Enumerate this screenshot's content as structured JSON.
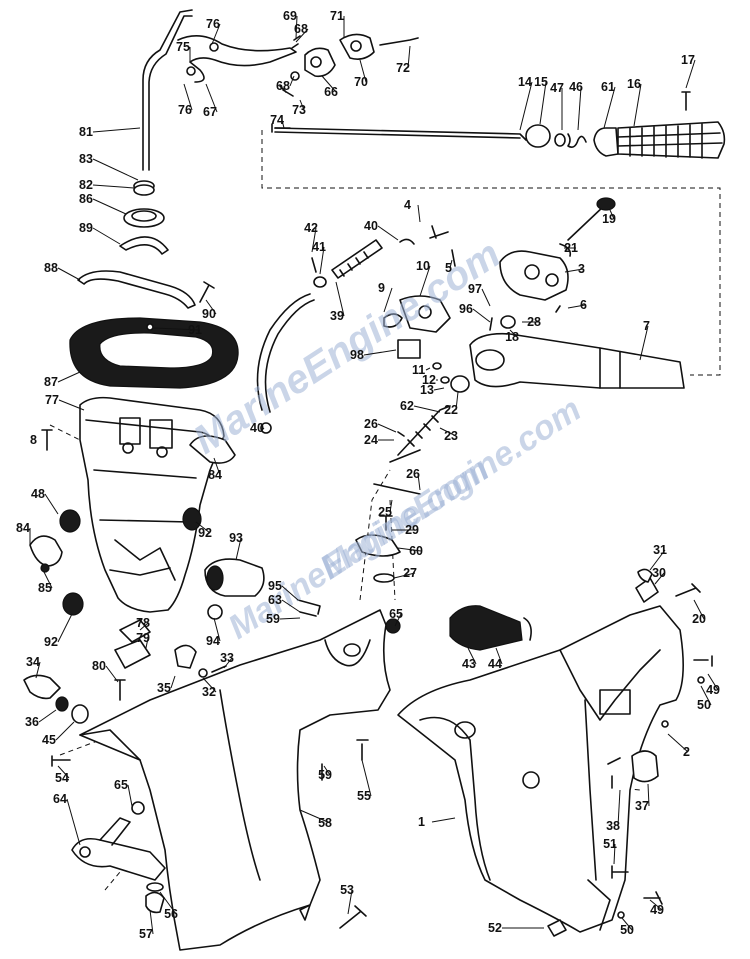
{
  "watermark": {
    "line1": "MarineEngine.com",
    "line2": "MarineEngine.com",
    "line3": "MarineEngine.com"
  },
  "callouts": [
    "1",
    "2",
    "3",
    "4",
    "5",
    "6",
    "7",
    "8",
    "9",
    "10",
    "11",
    "12",
    "13",
    "14",
    "15",
    "16",
    "17",
    "18",
    "19",
    "20",
    "21",
    "22",
    "23",
    "24",
    "25",
    "26",
    "27",
    "28",
    "29",
    "30",
    "31",
    "32",
    "33",
    "34",
    "35",
    "36",
    "37",
    "38",
    "39",
    "40",
    "41",
    "42",
    "43",
    "44",
    "45",
    "46",
    "47",
    "48",
    "49",
    "50",
    "51",
    "52",
    "53",
    "54",
    "55",
    "56",
    "57",
    "58",
    "59",
    "60",
    "61",
    "62",
    "63",
    "64",
    "65",
    "66",
    "67",
    "68",
    "69",
    "70",
    "71",
    "72",
    "73",
    "74",
    "75",
    "76",
    "77",
    "78",
    "79",
    "80",
    "81",
    "82",
    "83",
    "84",
    "85",
    "86",
    "87",
    "88",
    "89",
    "90",
    "91",
    "92",
    "93",
    "94",
    "95",
    "96",
    "97",
    "98"
  ]
}
